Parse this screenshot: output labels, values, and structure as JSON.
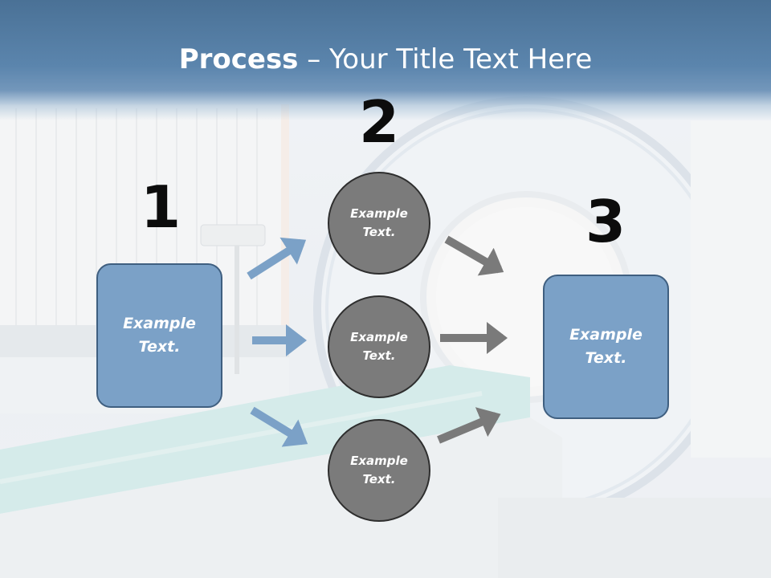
{
  "title": {
    "bold": "Process",
    "rest": " – Your Title Text Here"
  },
  "steps": {
    "one": {
      "number": "1",
      "text": "Example\nText."
    },
    "two": {
      "number": "2"
    },
    "three": {
      "number": "3",
      "text": "Example\nText."
    }
  },
  "circles": [
    {
      "text": "Example\nText."
    },
    {
      "text": "Example\nText."
    },
    {
      "text": "Example\nText."
    }
  ],
  "colors": {
    "box_fill": "#7ba1c7",
    "box_border": "#3f5f80",
    "circle_fill": "#7b7b7b",
    "circle_border": "#2e2e2e",
    "arrow_blue": "#7ba1c7",
    "arrow_gray": "#7a7a7a",
    "header": "#5b85ad"
  }
}
